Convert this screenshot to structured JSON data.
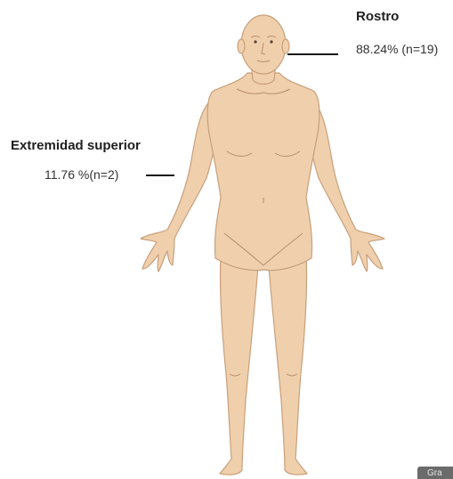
{
  "annotations": {
    "face": {
      "title": "Rostro",
      "value": "88.24% (n=19)"
    },
    "upper_limb": {
      "title": "Extremidad superior",
      "value": "11.76 %(n=2)"
    }
  },
  "corner_button": {
    "label": "Gra"
  },
  "colors": {
    "skin": "#efcfac",
    "skin_outline": "#c8a07c",
    "skin_shadow": "#e0b994",
    "leader_line": "#1a1a1a",
    "text": "#1f1f1f"
  }
}
